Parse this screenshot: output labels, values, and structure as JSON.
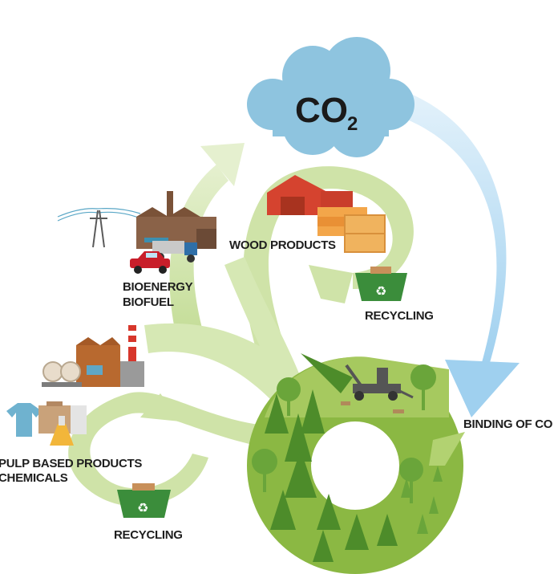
{
  "co2": {
    "main": "CO",
    "subscript": "2"
  },
  "labels": {
    "wood_products": "WOOD PRODUCTS",
    "recycling_top": "RECYCLING",
    "bioenergy_line1": "BIOENERGY",
    "bioenergy_line2": "BIOFUEL",
    "binding": "BINDING OF CO",
    "pulp_line1": "PULP BASED PRODUCTS",
    "pulp_line2": "CHEMICALS",
    "recycling_bottom": "RECYCLING"
  },
  "colors": {
    "cloud": "#8ec4df",
    "arrow_blue": "#a9d7f1",
    "arrow_green": "#cfe3a8",
    "forest": "#8bb843",
    "tree": "#4d8c2a",
    "bin": "#3b8d3b",
    "factory": "#8a6248",
    "barn": "#d5432f"
  }
}
